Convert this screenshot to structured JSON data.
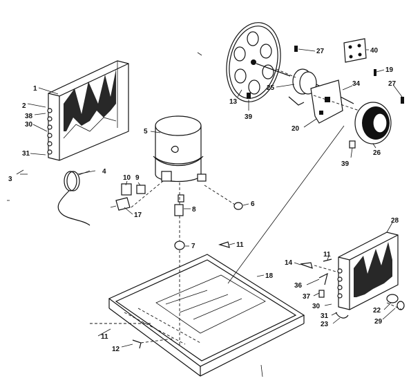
{
  "callouts": [
    {
      "id": "c1",
      "text": "1"
    },
    {
      "id": "c2",
      "text": "2"
    },
    {
      "id": "c38",
      "text": "38"
    },
    {
      "id": "c30a",
      "text": "30"
    },
    {
      "id": "c31a",
      "text": "31"
    },
    {
      "id": "c3",
      "text": "3"
    },
    {
      "id": "c4",
      "text": "4"
    },
    {
      "id": "c5",
      "text": "5"
    },
    {
      "id": "c10",
      "text": "10"
    },
    {
      "id": "c9",
      "text": "9"
    },
    {
      "id": "c17",
      "text": "17"
    },
    {
      "id": "c8",
      "text": "8"
    },
    {
      "id": "c6",
      "text": "6"
    },
    {
      "id": "c7",
      "text": "7"
    },
    {
      "id": "c11a",
      "text": "11"
    },
    {
      "id": "c13",
      "text": "13"
    },
    {
      "id": "c39a",
      "text": "39"
    },
    {
      "id": "c25",
      "text": "25"
    },
    {
      "id": "c27a",
      "text": "27"
    },
    {
      "id": "c40",
      "text": "40"
    },
    {
      "id": "c19",
      "text": "19"
    },
    {
      "id": "c34",
      "text": "34"
    },
    {
      "id": "c27b",
      "text": "27"
    },
    {
      "id": "c20",
      "text": "20"
    },
    {
      "id": "c26",
      "text": "26"
    },
    {
      "id": "c39b",
      "text": "39"
    },
    {
      "id": "c18",
      "text": "18"
    },
    {
      "id": "c28",
      "text": "28"
    },
    {
      "id": "c11b",
      "text": "11"
    },
    {
      "id": "c14",
      "text": "14"
    },
    {
      "id": "c36",
      "text": "36"
    },
    {
      "id": "c37",
      "text": "37"
    },
    {
      "id": "c30b",
      "text": "30"
    },
    {
      "id": "c31b",
      "text": "31"
    },
    {
      "id": "c23",
      "text": "23"
    },
    {
      "id": "c22",
      "text": "22"
    },
    {
      "id": "c29",
      "text": "29"
    },
    {
      "id": "c11c",
      "text": "11"
    },
    {
      "id": "c12",
      "text": "12"
    }
  ]
}
